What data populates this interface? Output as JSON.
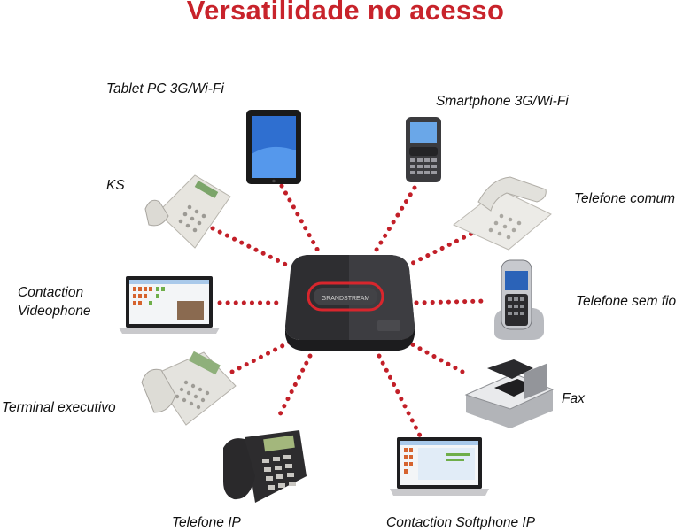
{
  "title": "Versatilidade no acesso",
  "hub": {
    "brand": "GRANDSTREAM"
  },
  "colors": {
    "title": "#c8232b",
    "dots": "#c21f28",
    "hub_ring": "#d8262d",
    "hub_body": "#2e2e31"
  },
  "devices": [
    {
      "label": "Tablet PC  3G/Wi-Fi",
      "icon": "tablet-icon"
    },
    {
      "label": "Smartphone 3G/Wi-Fi",
      "icon": "smartphone-icon"
    },
    {
      "label": "KS",
      "icon": "desk-phone-icon"
    },
    {
      "label": "Telefone comum",
      "icon": "phone-icon"
    },
    {
      "label_line1": "Contaction",
      "label_line2": "Videophone",
      "icon": "laptop-icon"
    },
    {
      "label": "Telefone sem fio",
      "icon": "cordless-phone-icon"
    },
    {
      "label": "Terminal executivo",
      "icon": "executive-phone-icon"
    },
    {
      "label": "Fax",
      "icon": "fax-icon"
    },
    {
      "label": "Telefone IP",
      "icon": "ip-phone-icon"
    },
    {
      "label": "Contaction Softphone IP",
      "icon": "laptop-icon"
    }
  ]
}
